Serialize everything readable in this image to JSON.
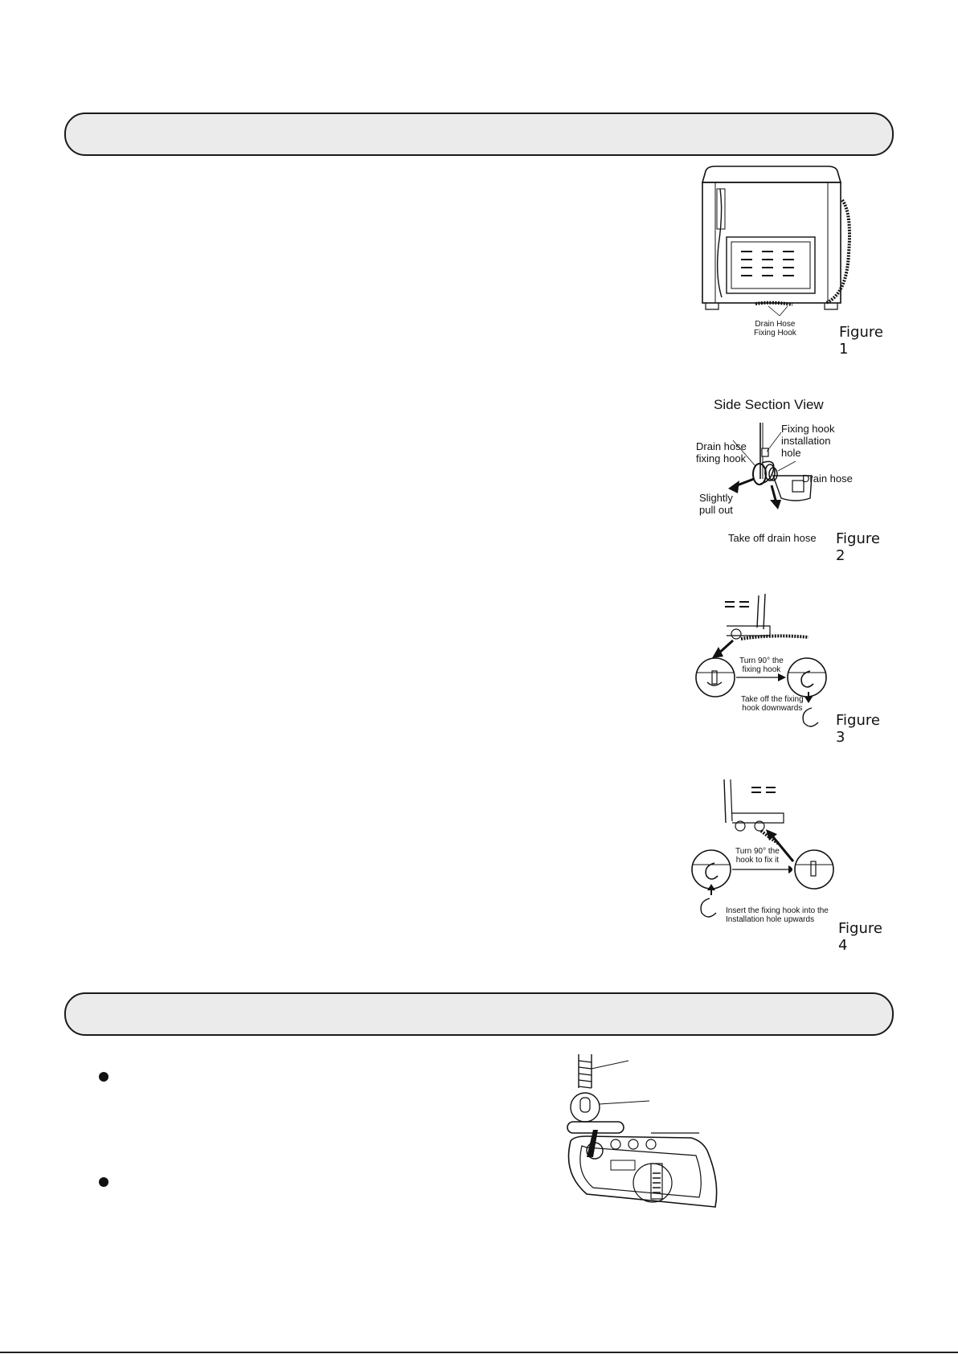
{
  "figure1": {
    "label_line1": "Drain Hose",
    "label_line2": "Fixing Hook",
    "caption": "Figure 1"
  },
  "figure2": {
    "title": "Side Section View",
    "label_fixing_hook_hole_1": "Fixing hook",
    "label_fixing_hook_hole_2": "installation",
    "label_fixing_hook_hole_3": "hole",
    "label_drain_hose_hook_1": "Drain hose",
    "label_drain_hose_hook_2": "fixing hook",
    "label_drain_hose": "Drain hose",
    "label_pull_out_1": "Slightly",
    "label_pull_out_2": "pull out",
    "label_take_off": "Take off drain hose",
    "caption": "Figure 2"
  },
  "figure3": {
    "label_turn_1": "Turn 90° the",
    "label_turn_2": "fixing hook",
    "label_take_off_1": "Take off the fixing",
    "label_take_off_2": "hook downwards",
    "caption": "Figure 3"
  },
  "figure4": {
    "label_turn_1": "Turn 90° the",
    "label_turn_2": "hook to fix it",
    "label_insert_1": "Insert the fixing hook into the",
    "label_insert_2": "Installation hole upwards",
    "caption": "Figure 4"
  }
}
